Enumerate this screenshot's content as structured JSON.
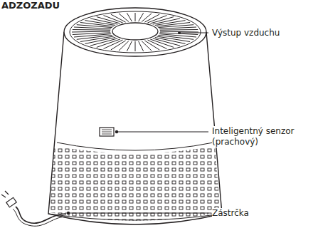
{
  "diagram": {
    "title": "ADZOZADU",
    "labels": [
      "Výstup vzduchu",
      "Inteligentný senzor (prachový)",
      "Zástrčka"
    ]
  }
}
